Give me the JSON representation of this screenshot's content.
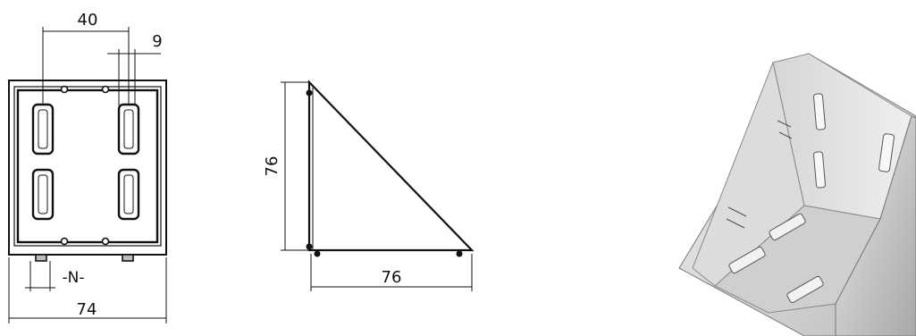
{
  "front_view": {
    "dim_width_top": "40",
    "dim_slot_width": "9",
    "dim_overall_width": "74",
    "label_slot": "-N-"
  },
  "side_view": {
    "dim_height": "76",
    "dim_base": "76"
  },
  "colors": {
    "line": "#111111",
    "metal_light": "#e6e6e6",
    "metal_mid": "#c9c9c9",
    "metal_dark": "#9a9a9a"
  },
  "icons": [
    "angle-bracket-render"
  ]
}
